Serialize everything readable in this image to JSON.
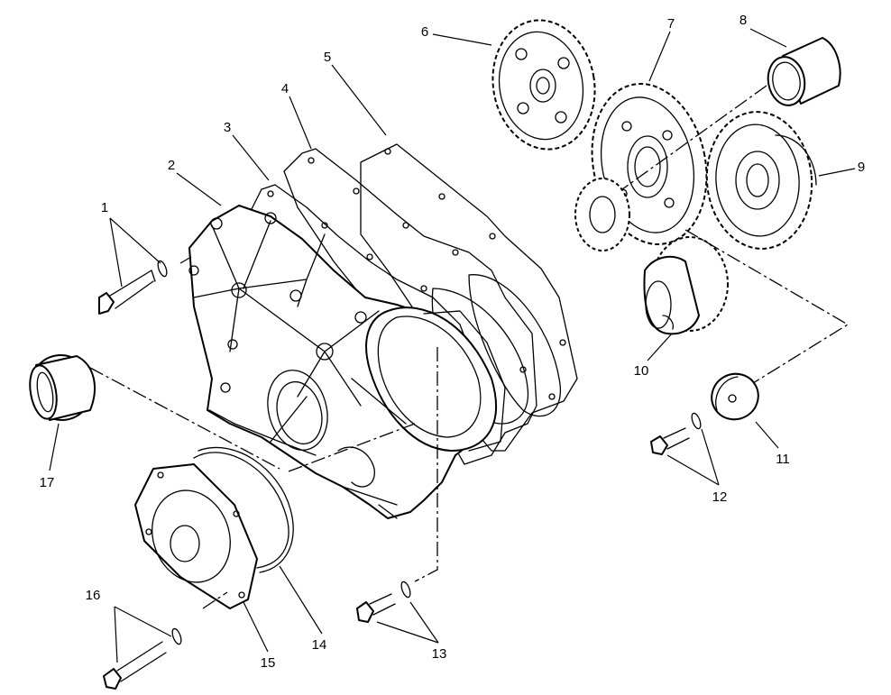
{
  "diagram": {
    "callouts": [
      "1",
      "2",
      "3",
      "4",
      "5",
      "6",
      "7",
      "8",
      "9",
      "10",
      "11",
      "12",
      "13",
      "14",
      "15",
      "16",
      "17"
    ]
  },
  "colors": {
    "ink": "#000000",
    "paper": "#ffffff"
  }
}
